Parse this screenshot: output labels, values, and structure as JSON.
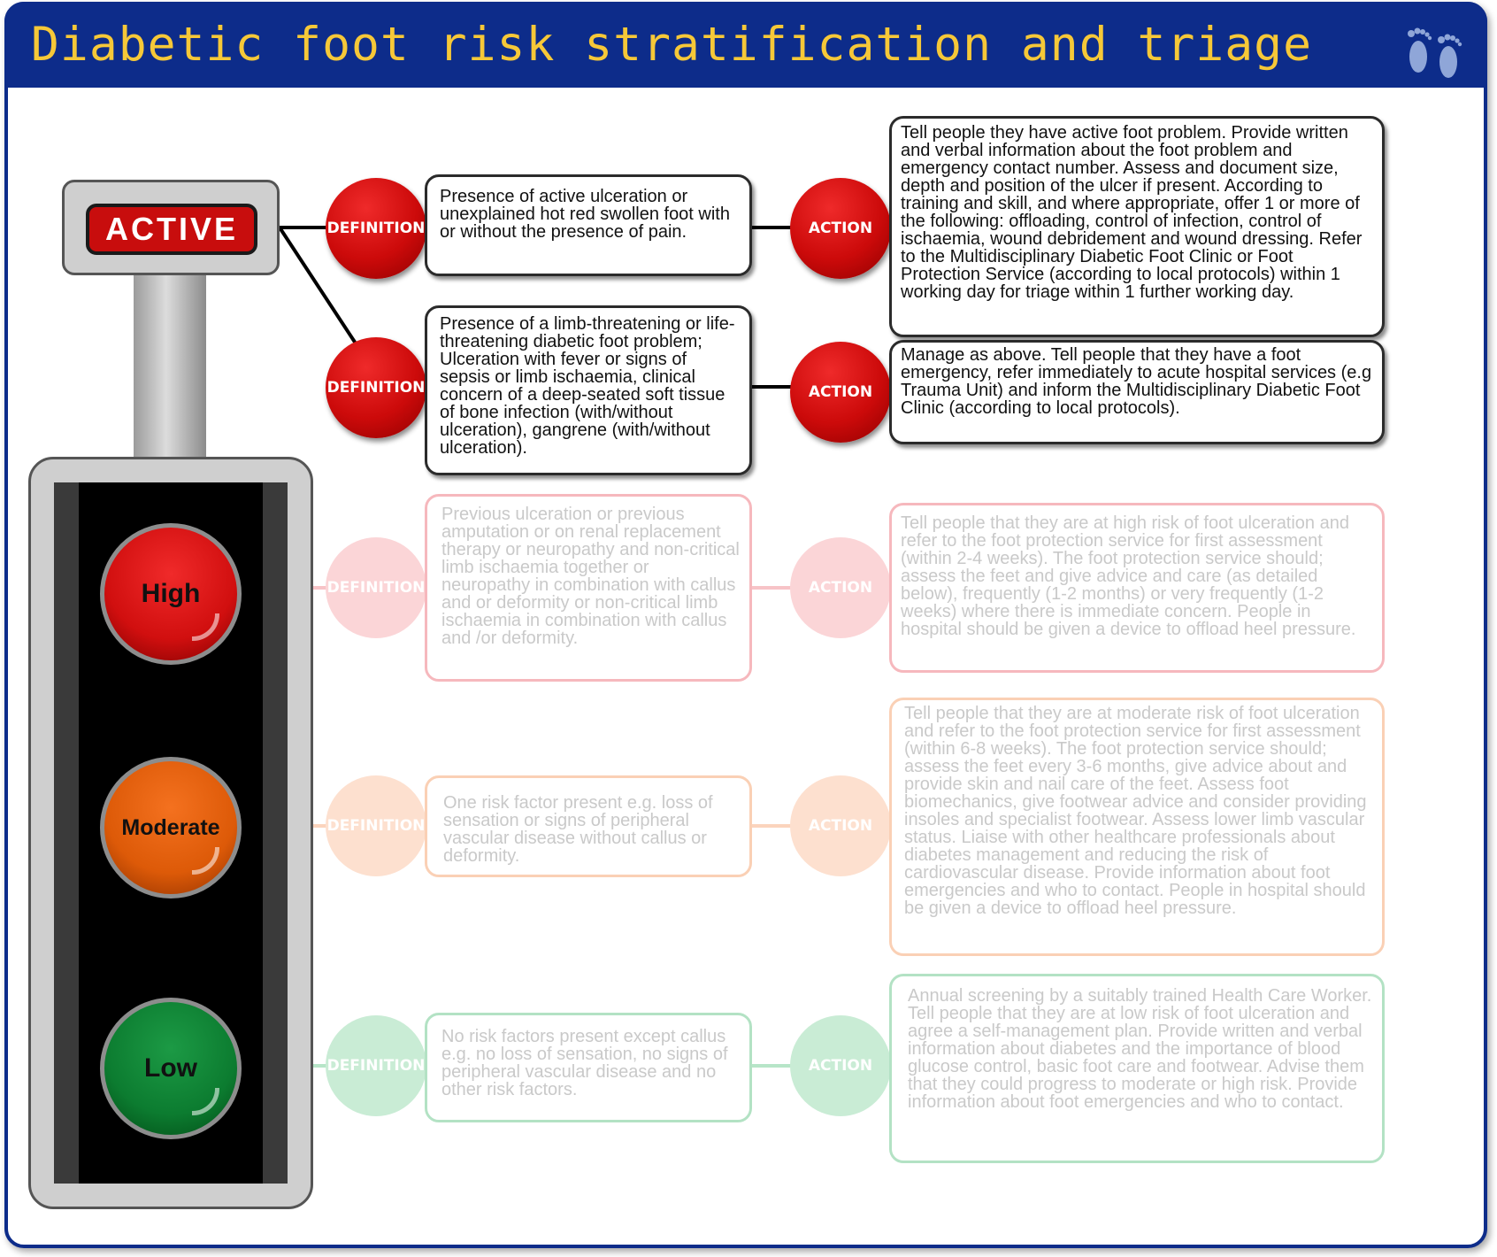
{
  "title": "Diabetic foot risk stratification and triage",
  "colors": {
    "header": "#0d2c8a",
    "title": "#f6c838",
    "active": "#cc0a0a",
    "high": "#f3aab0",
    "moderate": "#f8c5a4",
    "low": "#a8dfbd"
  },
  "signal": {
    "sign_label": "ACTIVE",
    "lamps": [
      "High",
      "Moderate",
      "Low"
    ]
  },
  "badges": {
    "definition": "DEFINITION",
    "action": "ACTION"
  },
  "rows": {
    "active1": {
      "definition": "Presence of active ulceration or unexplained hot red swollen foot with or without the presence of pain.",
      "action": "Tell people they have active foot problem. Provide written and verbal information about the foot problem and emergency contact number. Assess and document size, depth and position of the ulcer if present. According to training and skill, and where appropriate, offer 1 or more of the following: offloading, control of infection, control of ischaemia, wound debridement and wound dressing. Refer to the Multidisciplinary Diabetic Foot Clinic or Foot Protection Service (according to local protocols) within 1 working day for triage within 1 further working day."
    },
    "active2": {
      "definition": "Presence of a limb-threatening or life-threatening diabetic foot problem; Ulceration with fever or signs of sepsis or limb ischaemia, clinical concern of a deep-seated soft tissue of bone infection (with/without ulceration), gangrene (with/without ulceration).",
      "action": "Manage as above. Tell people that they have a foot emergency, refer immediately to acute hospital services (e.g Trauma Unit) and inform the Multidisciplinary Diabetic Foot Clinic (according to local protocols)."
    },
    "high": {
      "definition": "Previous ulceration or previous amputation or on renal replacement therapy or neuropathy and non-critical limb ischaemia together or neuropathy in combination with callus and or deformity or non-critical limb ischaemia in combination with callus and /or deformity.",
      "action": "Tell people that they are at high risk of foot ulceration and refer to the foot protection service for first assessment (within 2-4 weeks). The foot protection service should; assess the feet and give advice and care (as detailed below), frequently (1-2 months) or very frequently (1-2 weeks) where there is immediate concern. People in hospital should be given a device to offload heel pressure."
    },
    "moderate": {
      "definition": "One risk factor present e.g. loss of sensation or signs of peripheral vascular disease without callus or deformity.",
      "action": "Tell people that they are at moderate risk of foot ulceration and refer to the foot protection service for first assessment (within 6-8 weeks). The foot protection service should; assess the feet every 3-6 months, give advice about and provide skin and nail care of the feet. Assess foot biomechanics, give footwear advice and consider providing insoles and specialist footwear. Assess lower limb vascular status. Liaise with other healthcare professionals about diabetes management and reducing the risk of cardiovascular disease. Provide information about foot emergencies and who to contact. People in hospital should be given a device to offload heel pressure."
    },
    "low": {
      "definition": "No risk factors present except callus e.g. no loss of sensation, no signs of peripheral vascular disease and no other risk factors.",
      "action": "Annual screening by a suitably trained Health Care Worker. Tell people that they are at low risk of foot ulceration and agree a self-management plan. Provide written and verbal information about diabetes and the importance of blood glucose control, basic foot care and footwear. Advise them that they could progress to moderate or high risk. Provide information about foot emergencies and who to contact."
    }
  }
}
